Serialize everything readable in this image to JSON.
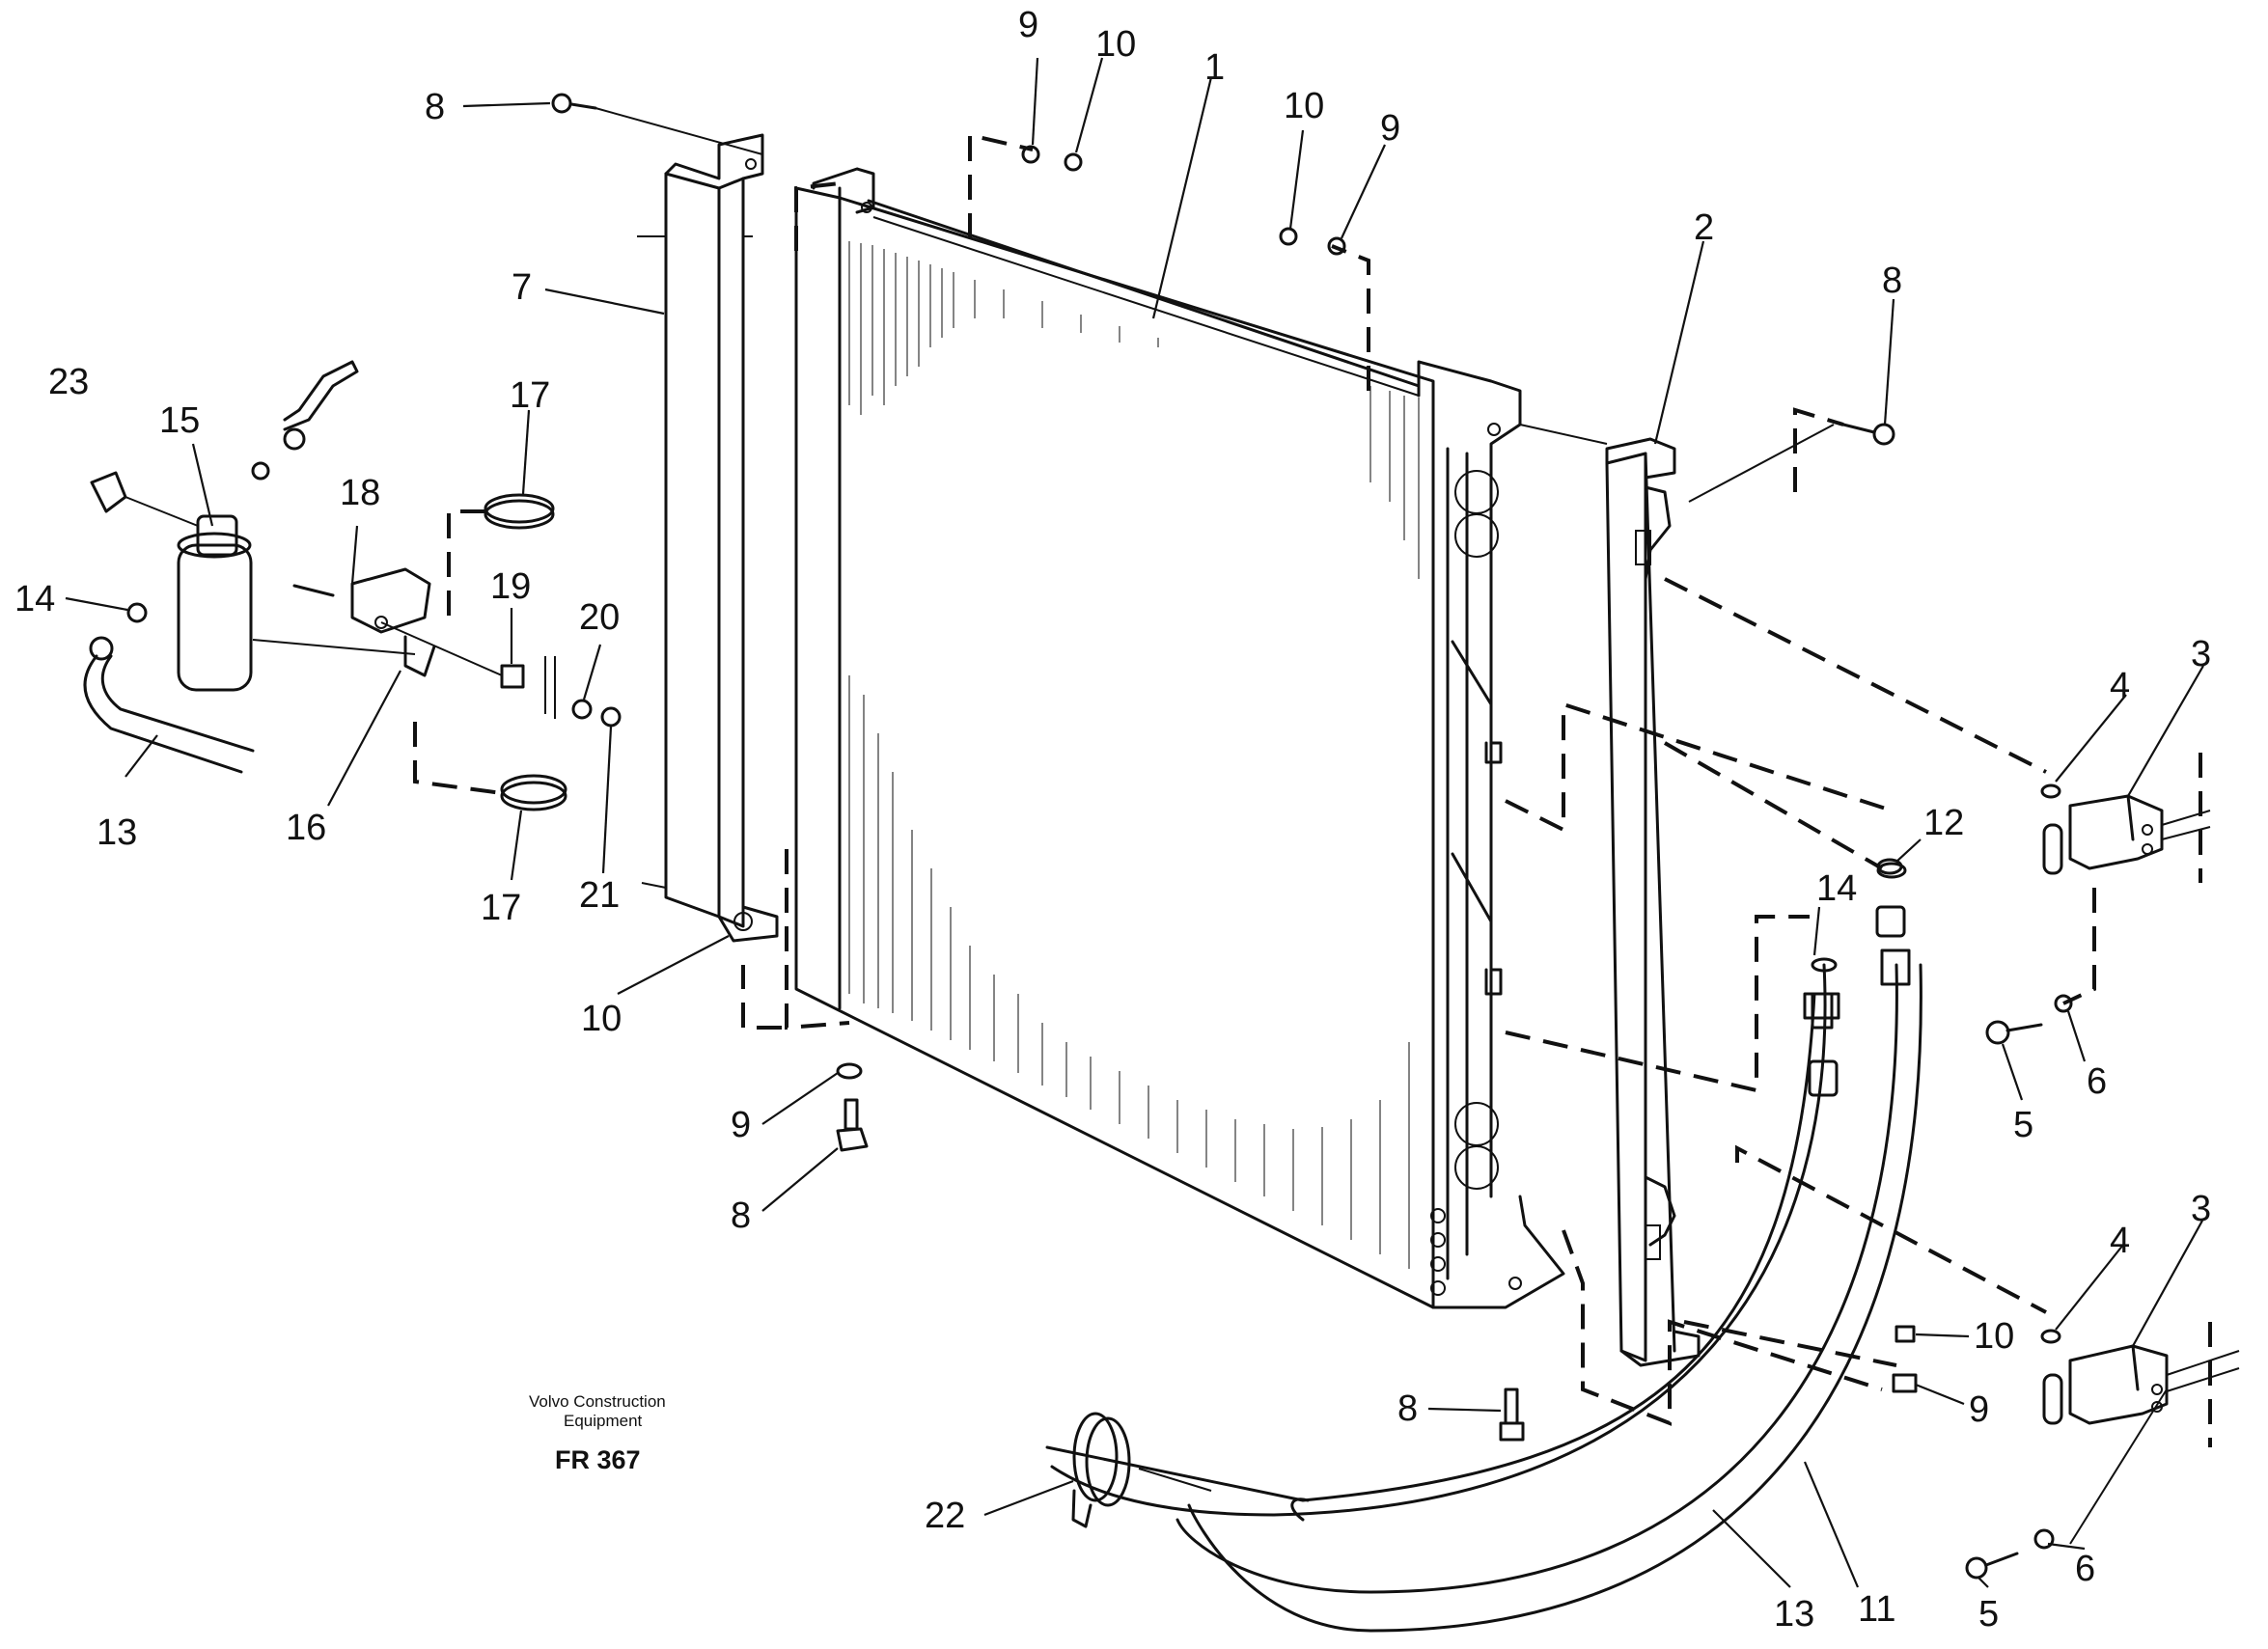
{
  "diagram": {
    "caption_line1": "Volvo Construction",
    "caption_line2": "Equipment",
    "code": "FR 367",
    "callouts": [
      "9",
      "10",
      "1",
      "8",
      "10",
      "9",
      "2",
      "8",
      "7",
      "23",
      "15",
      "17",
      "18",
      "14",
      "19",
      "20",
      "13",
      "16",
      "17",
      "21",
      "10",
      "4",
      "3",
      "12",
      "14",
      "5",
      "6",
      "9",
      "8",
      "4",
      "3",
      "10",
      "8",
      "9",
      "22",
      "13",
      "11",
      "5",
      "6"
    ]
  }
}
